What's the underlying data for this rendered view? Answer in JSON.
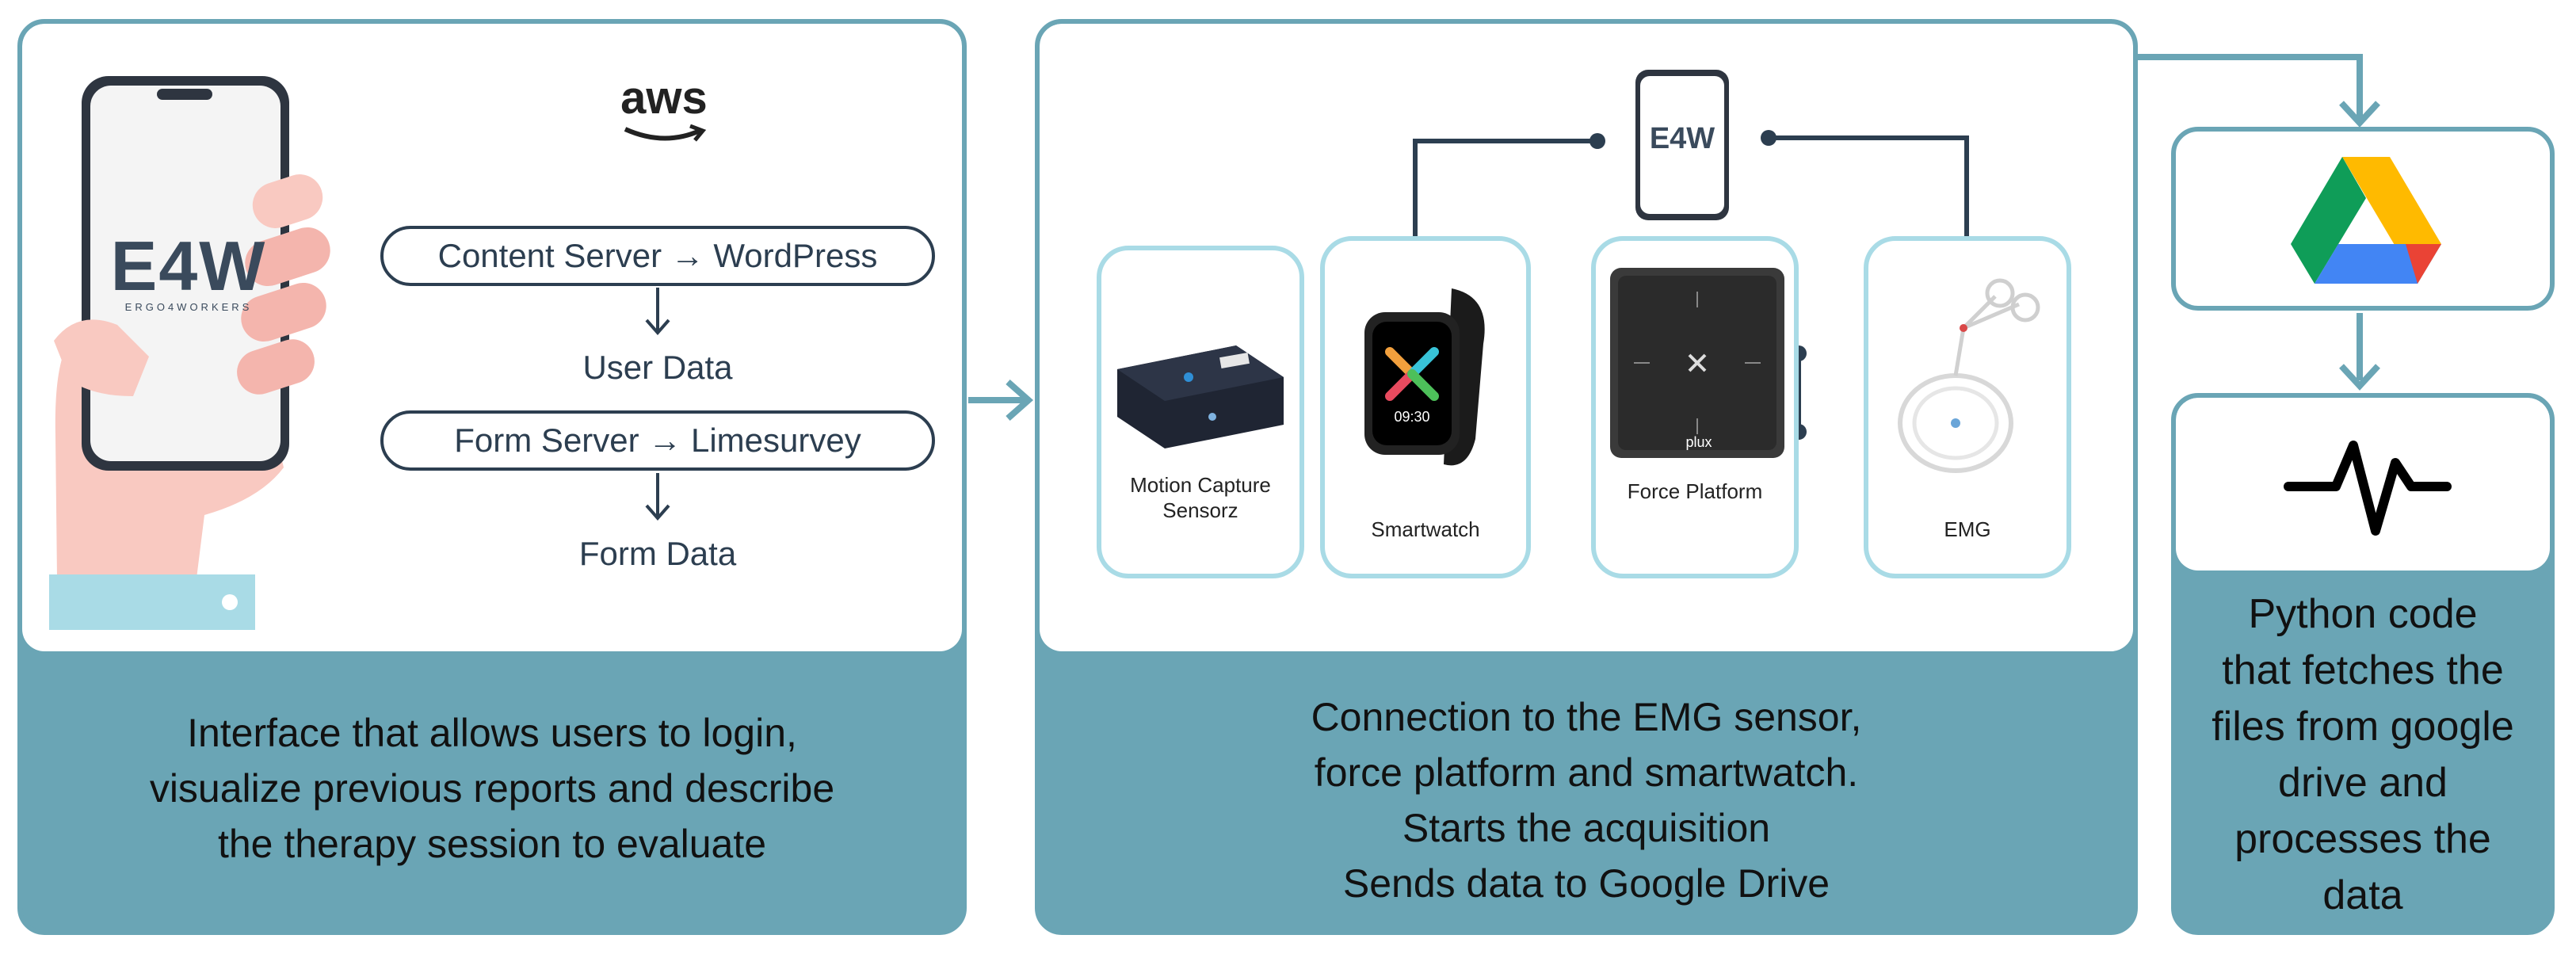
{
  "left_panel": {
    "aws_label": "aws",
    "phone_logo": "E4W",
    "phone_logo_sub": "ERGO4WORKERS",
    "content_server": "Content Server → WordPress",
    "user_data": "User Data",
    "form_server": "Form Server → Limesurvey",
    "form_data": "Form Data",
    "caption_lines": [
      "Interface that allows users to login,",
      "visualize previous reports and describe",
      "the therapy session to evaluate"
    ]
  },
  "middle_panel": {
    "phone_logo": "E4W",
    "devices": [
      {
        "label_lines": [
          "Motion Capture",
          "Sensorz"
        ],
        "icon": "motion-capture-sensor-icon"
      },
      {
        "label_lines": [
          "Smartwatch"
        ],
        "icon": "smartwatch-icon",
        "screen_time": "09:30"
      },
      {
        "label_lines": [
          "Force Platform"
        ],
        "icon": "force-platform-icon",
        "brand": "plux"
      },
      {
        "label_lines": [
          "EMG"
        ],
        "icon": "emg-cable-icon"
      }
    ],
    "caption_lines": [
      "Connection to the EMG sensor,",
      "force platform and smartwatch.",
      "Starts the acquisition",
      "Sends data to Google Drive"
    ]
  },
  "right_panel": {
    "drive_icon": "google-drive-icon",
    "process_icon": "waveform-icon",
    "caption_lines": [
      "Python code",
      "that fetches the",
      "files from google",
      "drive and",
      "processes the",
      "data"
    ]
  },
  "colors": {
    "teal": "#6aa5b5",
    "light_teal": "#a9dbe6",
    "navy": "#2c3e50",
    "skin": "#f9c9c1"
  }
}
